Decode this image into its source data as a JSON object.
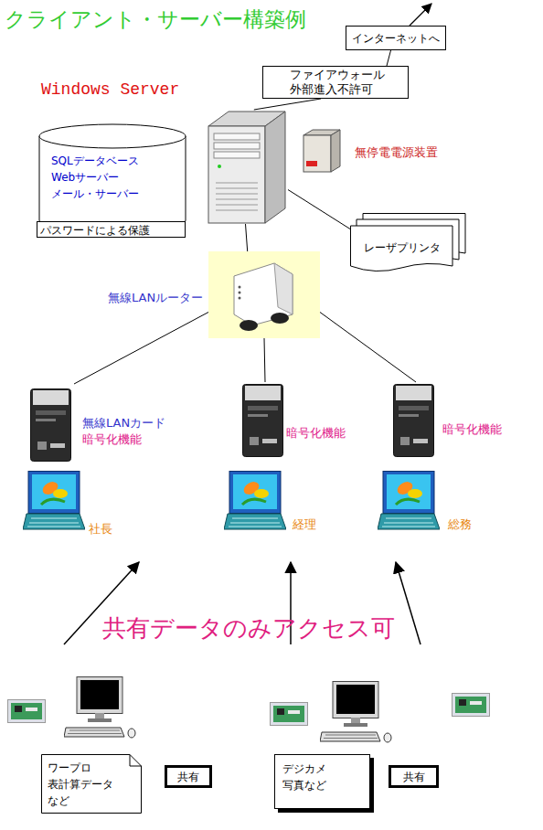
{
  "diagram": {
    "title": "クライアント・サーバー構築例",
    "nodes": [
      {
        "text": [
          "インターネットへ"
        ]
      },
      {
        "text": [
          "ファイアウォール 外部進入不許可"
        ]
      },
      {
        "text": [
          "Windows Server"
        ]
      },
      {
        "text": [
          "SQLデータベース Webサーバー メール・サーバー"
        ]
      },
      {
        "text": [
          "パスワードによる保護"
        ]
      },
      {
        "text": [
          "無停電電源装置"
        ]
      },
      {
        "text": [
          "レーザプリンタ"
        ]
      },
      {
        "text": [
          "無線LANルーター"
        ]
      },
      {
        "text": [
          "無線LANカード",
          "暗号化機能"
        ]
      },
      {
        "text": [
          "暗号化機能"
        ]
      },
      {
        "text": [
          "暗号化機能"
        ]
      },
      {
        "text": [
          "社長"
        ]
      },
      {
        "text": [
          "経理"
        ]
      },
      {
        "text": [
          "総務"
        ]
      },
      {
        "text": [
          "ワープロ 表計算データ など"
        ]
      },
      {
        "text": [
          "共有"
        ]
      },
      {
        "text": [
          "デジカメ 写真など"
        ]
      },
      {
        "text": [
          "共有"
        ]
      }
    ],
    "edges": [
      {
        "from": 2,
        "to": 1,
        "arrow": "none"
      },
      {
        "from": 1,
        "to": 0,
        "arrow": "none"
      },
      {
        "from": 2,
        "to": 6,
        "arrow": "none"
      },
      {
        "from": 2,
        "to": 7,
        "arrow": "none"
      },
      {
        "from": 7,
        "to": 8,
        "arrow": "none"
      },
      {
        "from": 7,
        "to": 9,
        "arrow": "none"
      },
      {
        "from": 7,
        "to": 10,
        "arrow": "none"
      }
    ],
    "labels": [
      "共有データのみアクセス可"
    ]
  }
}
